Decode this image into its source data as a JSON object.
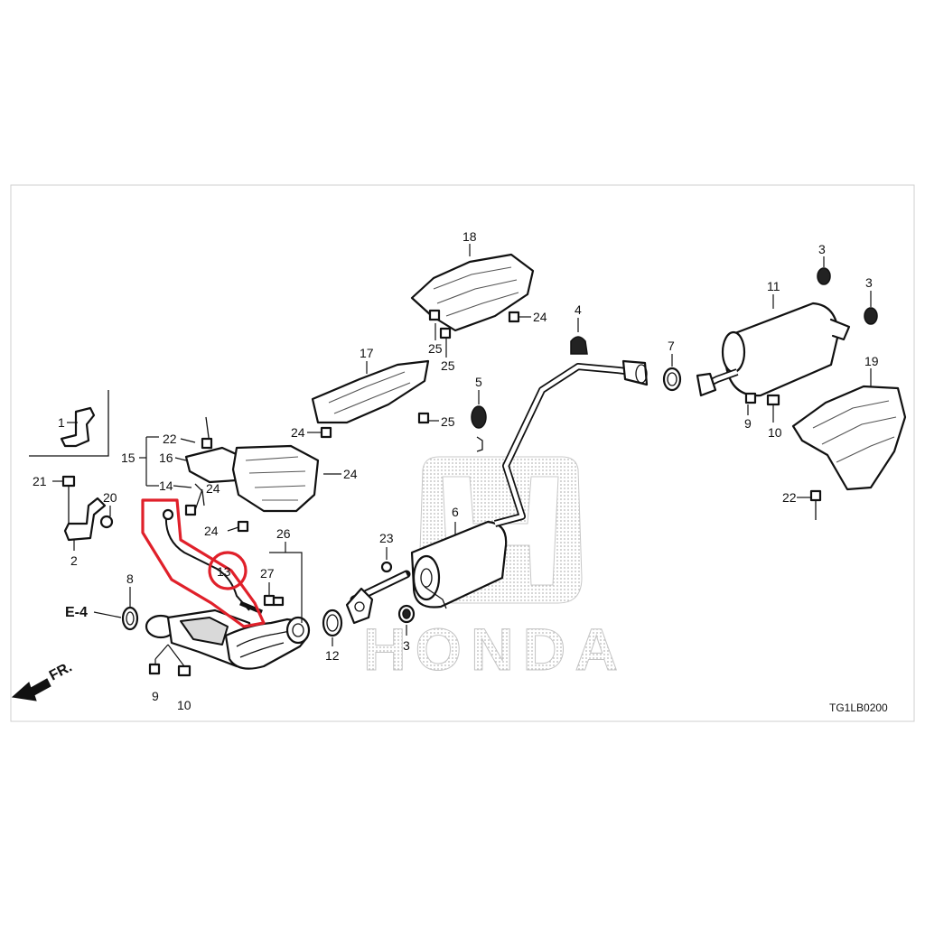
{
  "diagram": {
    "code": "TG1LB0200",
    "front_marker": "FR.",
    "ref_label": "E-4",
    "watermark_text": "HONDA",
    "highlight": {
      "part": "13",
      "color": "#e0202a"
    },
    "callouts": [
      {
        "id": "c1",
        "label": "1"
      },
      {
        "id": "c2",
        "label": "2"
      },
      {
        "id": "c3a",
        "label": "3"
      },
      {
        "id": "c3b",
        "label": "3"
      },
      {
        "id": "c3c",
        "label": "3"
      },
      {
        "id": "c4",
        "label": "4"
      },
      {
        "id": "c5",
        "label": "5"
      },
      {
        "id": "c6",
        "label": "6"
      },
      {
        "id": "c7",
        "label": "7"
      },
      {
        "id": "c8",
        "label": "8"
      },
      {
        "id": "c9a",
        "label": "9"
      },
      {
        "id": "c9b",
        "label": "9"
      },
      {
        "id": "c10a",
        "label": "10"
      },
      {
        "id": "c10b",
        "label": "10"
      },
      {
        "id": "c11",
        "label": "11"
      },
      {
        "id": "c12",
        "label": "12"
      },
      {
        "id": "c13",
        "label": "13"
      },
      {
        "id": "c14",
        "label": "14"
      },
      {
        "id": "c15",
        "label": "15"
      },
      {
        "id": "c16",
        "label": "16"
      },
      {
        "id": "c17",
        "label": "17"
      },
      {
        "id": "c18",
        "label": "18"
      },
      {
        "id": "c19",
        "label": "19"
      },
      {
        "id": "c20",
        "label": "20"
      },
      {
        "id": "c21",
        "label": "21"
      },
      {
        "id": "c22a",
        "label": "22"
      },
      {
        "id": "c22b",
        "label": "22"
      },
      {
        "id": "c23",
        "label": "23"
      },
      {
        "id": "c24a",
        "label": "24"
      },
      {
        "id": "c24b",
        "label": "24"
      },
      {
        "id": "c24c",
        "label": "24"
      },
      {
        "id": "c24d",
        "label": "24"
      },
      {
        "id": "c24e",
        "label": "24"
      },
      {
        "id": "c25a",
        "label": "25"
      },
      {
        "id": "c25b",
        "label": "25"
      },
      {
        "id": "c25c",
        "label": "25"
      },
      {
        "id": "c26",
        "label": "26"
      },
      {
        "id": "c27",
        "label": "27"
      }
    ]
  }
}
